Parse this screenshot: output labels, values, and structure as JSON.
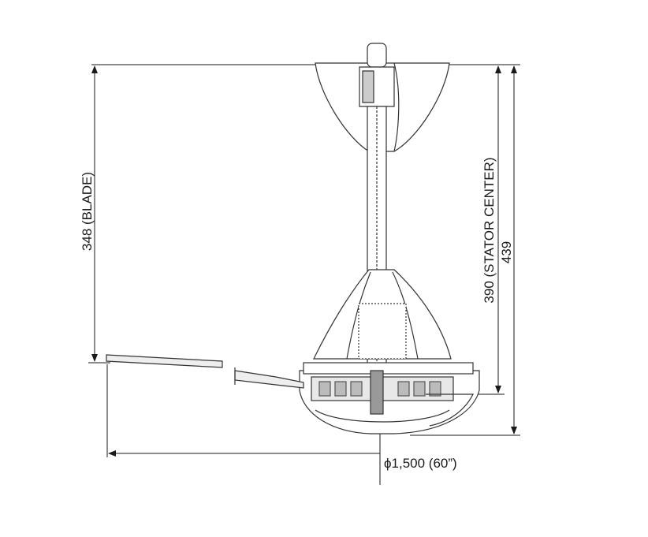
{
  "drawing": {
    "title": "Ceiling fan side elevation",
    "dimensions": {
      "blade_height": "348 (BLADE)",
      "stator_center": "390 (STATOR CENTER)",
      "overall_height": "439",
      "diameter": "ϕ1,500 (60”)"
    },
    "line_color": "#1a1a1a"
  }
}
